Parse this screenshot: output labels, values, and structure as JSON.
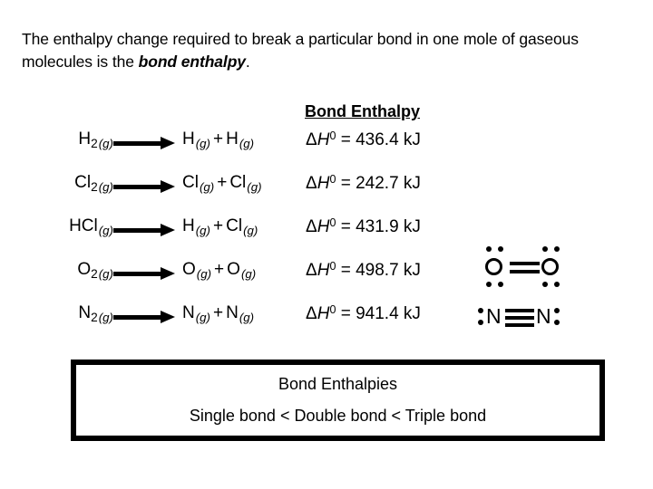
{
  "intro": {
    "line1_a": "The enthalpy change required to break a particular bond in one",
    "line2_a": "mole of gaseous molecules is the ",
    "emphasis": "bond enthalpy",
    "line2_b": "."
  },
  "column_heading": "Bond Enthalpy",
  "notation": {
    "delta": "Δ",
    "h_symbol": "H",
    "degree": "0",
    "equals": "=",
    "unit": "kJ",
    "plus": "+",
    "phase_gas": "(g)",
    "subscript_two": "2"
  },
  "reactions": [
    {
      "reactant_symbol": "H",
      "reactant_sub": "2",
      "reactant_phase": "(g)",
      "product1_symbol": "H",
      "product1_phase": "(g)",
      "product2_symbol": "H",
      "product2_phase": "(g)",
      "enthalpy_value": "436.4",
      "enthalpy_unit": "kJ"
    },
    {
      "reactant_symbol": "Cl",
      "reactant_sub": "2",
      "reactant_phase": "(g)",
      "product1_symbol": "Cl",
      "product1_phase": "(g)",
      "product2_symbol": "Cl",
      "product2_phase": "(g)",
      "enthalpy_value": "242.7",
      "enthalpy_unit": "kJ"
    },
    {
      "reactant_symbol": "HCl",
      "reactant_sub": "",
      "reactant_phase": "(g)",
      "product1_symbol": "H",
      "product1_phase": "(g)",
      "product2_symbol": "Cl",
      "product2_phase": "(g)",
      "enthalpy_value": "431.9",
      "enthalpy_unit": "kJ"
    },
    {
      "reactant_symbol": "O",
      "reactant_sub": "2",
      "reactant_phase": "(g)",
      "product1_symbol": "O",
      "product1_phase": "(g)",
      "product2_symbol": "O",
      "product2_phase": "(g)",
      "enthalpy_value": "498.7",
      "enthalpy_unit": "kJ"
    },
    {
      "reactant_symbol": "N",
      "reactant_sub": "2",
      "reactant_phase": "(g)",
      "product1_symbol": "N",
      "product1_phase": "(g)",
      "product2_symbol": "N",
      "product2_phase": "(g)",
      "enthalpy_value": "941.4",
      "enthalpy_unit": "kJ"
    }
  ],
  "lewis_structures": [
    {
      "name": "oxygen-double-bond",
      "atom_label": "O",
      "bond_order": 2,
      "lone_pairs_per_atom": 2
    },
    {
      "name": "nitrogen-triple-bond",
      "atom_label": "N",
      "bond_order": 3,
      "lone_pairs_per_atom": 1
    }
  ],
  "summary_box": {
    "title": "Bond Enthalpies",
    "rule": "Single bond < Double bond < Triple bond"
  },
  "colors": {
    "text": "#000000",
    "background": "#ffffff",
    "box_border": "#000000"
  }
}
